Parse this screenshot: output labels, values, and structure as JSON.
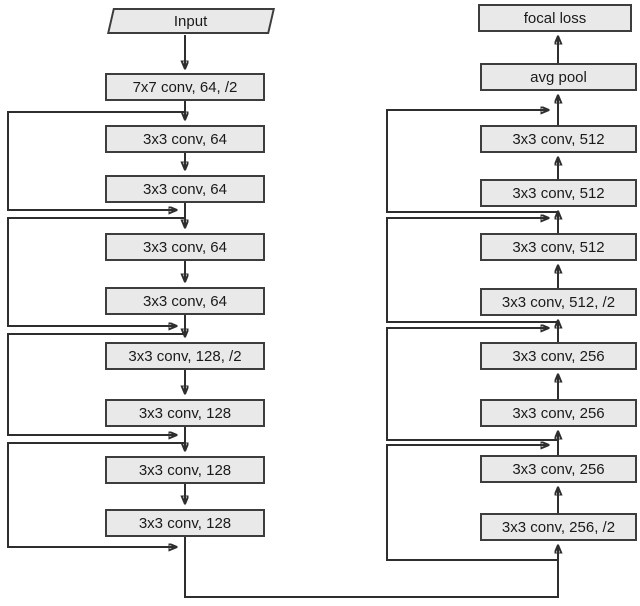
{
  "colors": {
    "box_fill": "#e9e9e9",
    "box_border": "#3d3d3d",
    "line": "#2e2e2e",
    "background": "#ffffff"
  },
  "left_column": {
    "input_label": "Input",
    "boxes": [
      "7x7 conv, 64, /2",
      "3x3 conv, 64",
      "3x3 conv, 64",
      "3x3 conv, 64",
      "3x3 conv, 64",
      "3x3 conv, 128, /2",
      "3x3 conv, 128",
      "3x3 conv, 128",
      "3x3 conv, 128"
    ]
  },
  "right_column": {
    "boxes": [
      "focal loss",
      "avg pool",
      "3x3 conv, 512",
      "3x3 conv, 512",
      "3x3 conv, 512",
      "3x3 conv, 512, /2",
      "3x3 conv, 256",
      "3x3 conv, 256",
      "3x3 conv, 256",
      "3x3 conv, 256, /2"
    ]
  }
}
